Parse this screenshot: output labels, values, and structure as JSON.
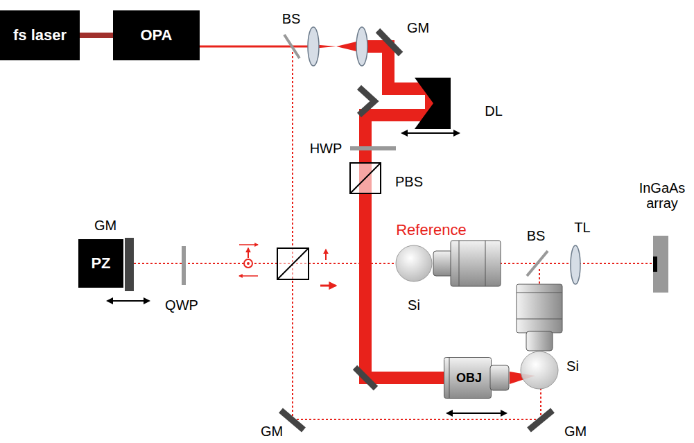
{
  "diagram": {
    "nodes": [
      {
        "text": [
          "fs laser"
        ]
      },
      {
        "text": [
          "OPA"
        ]
      },
      {
        "text": [
          "PZ"
        ]
      },
      {
        "text": [
          "OBJ"
        ]
      }
    ],
    "edges": [
      {
        "from": 0,
        "to": 1,
        "arrow": "none"
      }
    ],
    "labels": [
      "BS",
      "GM",
      "DL",
      "HWP",
      "PBS",
      "GM",
      "Reference",
      "InGaAs array",
      "BS",
      "TL",
      "QWP",
      "Si",
      "Si",
      "GM",
      "GM"
    ]
  }
}
